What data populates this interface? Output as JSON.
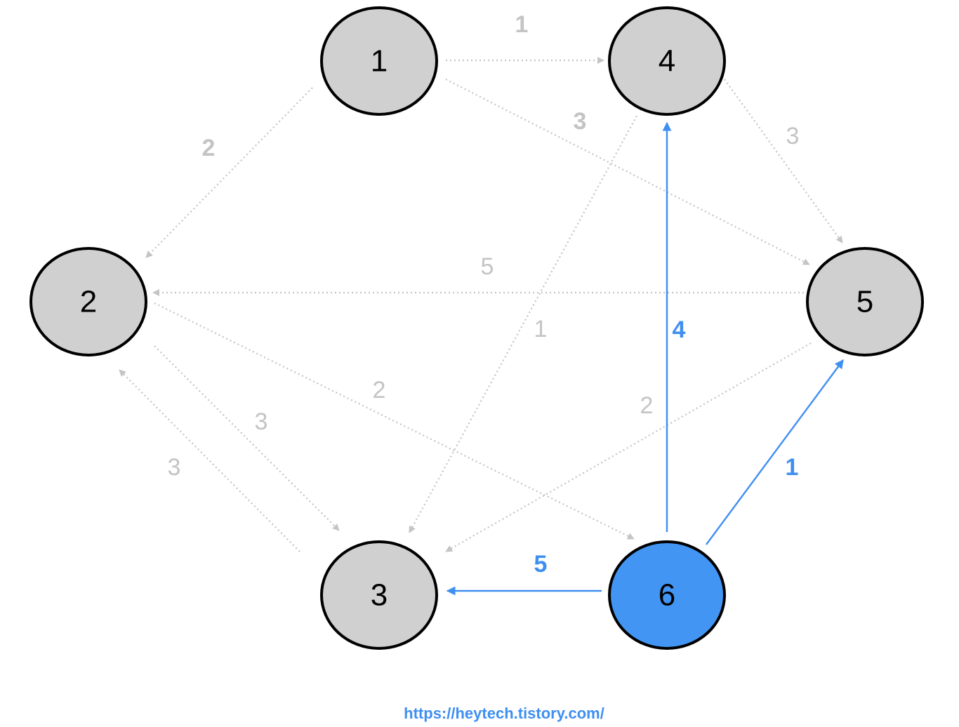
{
  "colors": {
    "node_fill": "#d0d0d0",
    "node_stroke": "#000000",
    "highlight_fill": "#4395f3",
    "inactive_edge": "#c4c4c4",
    "active_edge": "#3f8ff0",
    "inactive_label": "#c4c4c4",
    "active_label": "#3f8ff0"
  },
  "nodes": [
    {
      "id": "1",
      "label": "1",
      "highlighted": false
    },
    {
      "id": "2",
      "label": "2",
      "highlighted": false
    },
    {
      "id": "3",
      "label": "3",
      "highlighted": false
    },
    {
      "id": "4",
      "label": "4",
      "highlighted": false
    },
    {
      "id": "5",
      "label": "5",
      "highlighted": false
    },
    {
      "id": "6",
      "label": "6",
      "highlighted": true
    }
  ],
  "edges": [
    {
      "from": "1",
      "to": "4",
      "weight": "1",
      "active": false,
      "bold": true
    },
    {
      "from": "1",
      "to": "2",
      "weight": "2",
      "active": false,
      "bold": true
    },
    {
      "from": "1",
      "to": "5",
      "weight": "3",
      "active": false,
      "bold": true
    },
    {
      "from": "4",
      "to": "5",
      "weight": "3",
      "active": false,
      "bold": false
    },
    {
      "from": "4",
      "to": "3",
      "weight": "1",
      "active": false,
      "bold": false
    },
    {
      "from": "5",
      "to": "2",
      "weight": "5",
      "active": false,
      "bold": false
    },
    {
      "from": "5",
      "to": "3",
      "weight": "2",
      "active": false,
      "bold": false
    },
    {
      "from": "2",
      "to": "6",
      "weight": "2",
      "active": false,
      "bold": false
    },
    {
      "from": "2",
      "to": "3",
      "weight": "3",
      "active": false,
      "bold": false
    },
    {
      "from": "3",
      "to": "2",
      "weight": "3",
      "active": false,
      "bold": false
    },
    {
      "from": "6",
      "to": "4",
      "weight": "4",
      "active": true,
      "bold": true
    },
    {
      "from": "6",
      "to": "5",
      "weight": "1",
      "active": true,
      "bold": true
    },
    {
      "from": "6",
      "to": "3",
      "weight": "5",
      "active": true,
      "bold": true
    }
  ],
  "footer": {
    "url": "https://heytech.tistory.com/"
  }
}
